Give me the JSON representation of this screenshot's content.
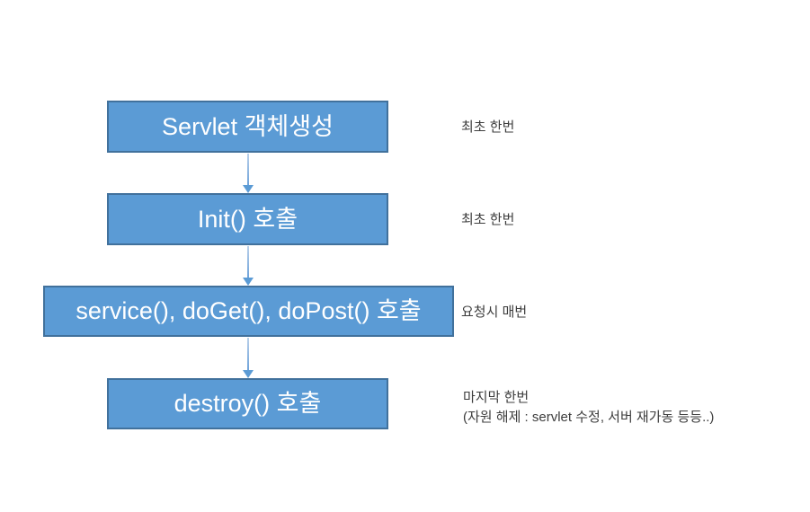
{
  "diagram": {
    "title": "Servlet lifecycle flowchart",
    "colors": {
      "box_fill": "#5b9bd5",
      "box_border": "#41719c",
      "arrow_head": "#5b9bd5",
      "annotation_text": "#3d3d3d",
      "box_text": "#ffffff",
      "background": "#ffffff"
    },
    "steps": [
      {
        "label": "Servlet 객체생성",
        "annotation": "최초 한번"
      },
      {
        "label": "Init() 호출",
        "annotation": "최초 한번"
      },
      {
        "label": "service(), doGet(), doPost() 호출",
        "annotation": "요청시 매번"
      },
      {
        "label": "destroy() 호출",
        "annotation": "마지막 한번",
        "annotation_line2": "(자원 해제 : servlet 수정, 서버 재가동 등등..)"
      }
    ]
  }
}
